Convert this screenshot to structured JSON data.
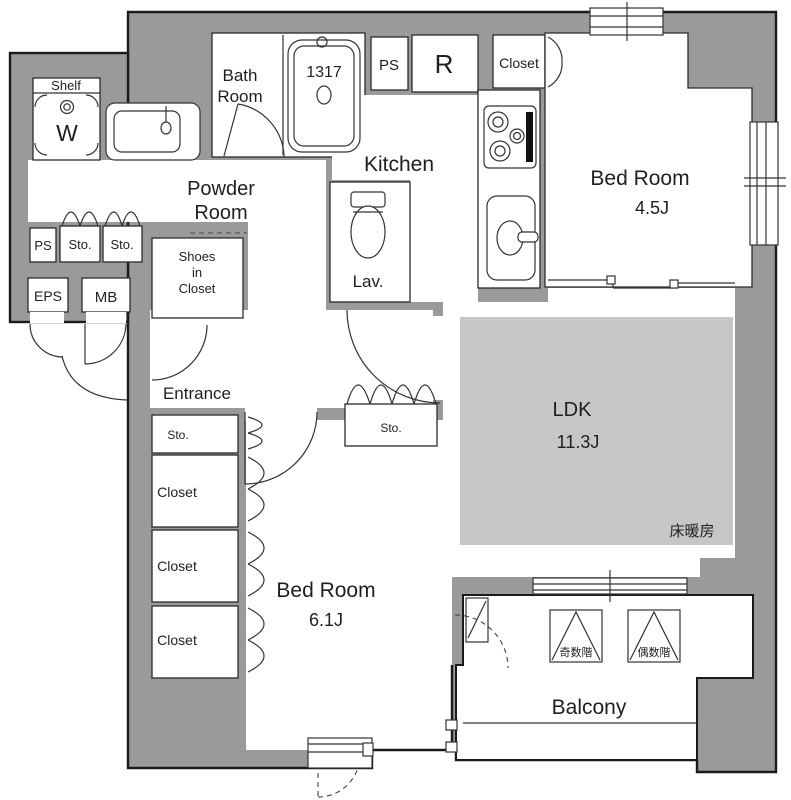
{
  "plan_type": "apartment-floor-plan",
  "colors": {
    "wall": "#9a9a9a",
    "floor_heating": "#c6c6c6",
    "outline": "#1a1a1a",
    "room": "#ffffff"
  },
  "labels": {
    "shelf": "Shelf",
    "washer": "W",
    "bath_line1": "Bath",
    "bath_line2": "Room",
    "tub_size": "1317",
    "ps_top": "PS",
    "fridge": "R",
    "closet_top": "Closet",
    "kitchen": "Kitchen",
    "bedroom1_name": "Bed Room",
    "bedroom1_size": "4.5J",
    "powder_line1": "Powder",
    "powder_line2": "Room",
    "ps_left": "PS",
    "sto_1": "Sto.",
    "sto_2": "Sto.",
    "eps": "EPS",
    "mb": "MB",
    "shoes_line1": "Shoes",
    "shoes_line2": "in",
    "shoes_line3": "Closet",
    "lav": "Lav.",
    "entrance": "Entrance",
    "sto_hall": "Sto.",
    "ldk_name": "LDK",
    "ldk_size": "11.3J",
    "floor_heating": "床暖房",
    "sto_bedroom": "Sto.",
    "closet_a": "Closet",
    "closet_b": "Closet",
    "closet_c": "Closet",
    "bedroom2_name": "Bed Room",
    "bedroom2_size": "6.1J",
    "hatch_odd": "奇数階",
    "hatch_even": "偶数階",
    "balcony": "Balcony"
  }
}
